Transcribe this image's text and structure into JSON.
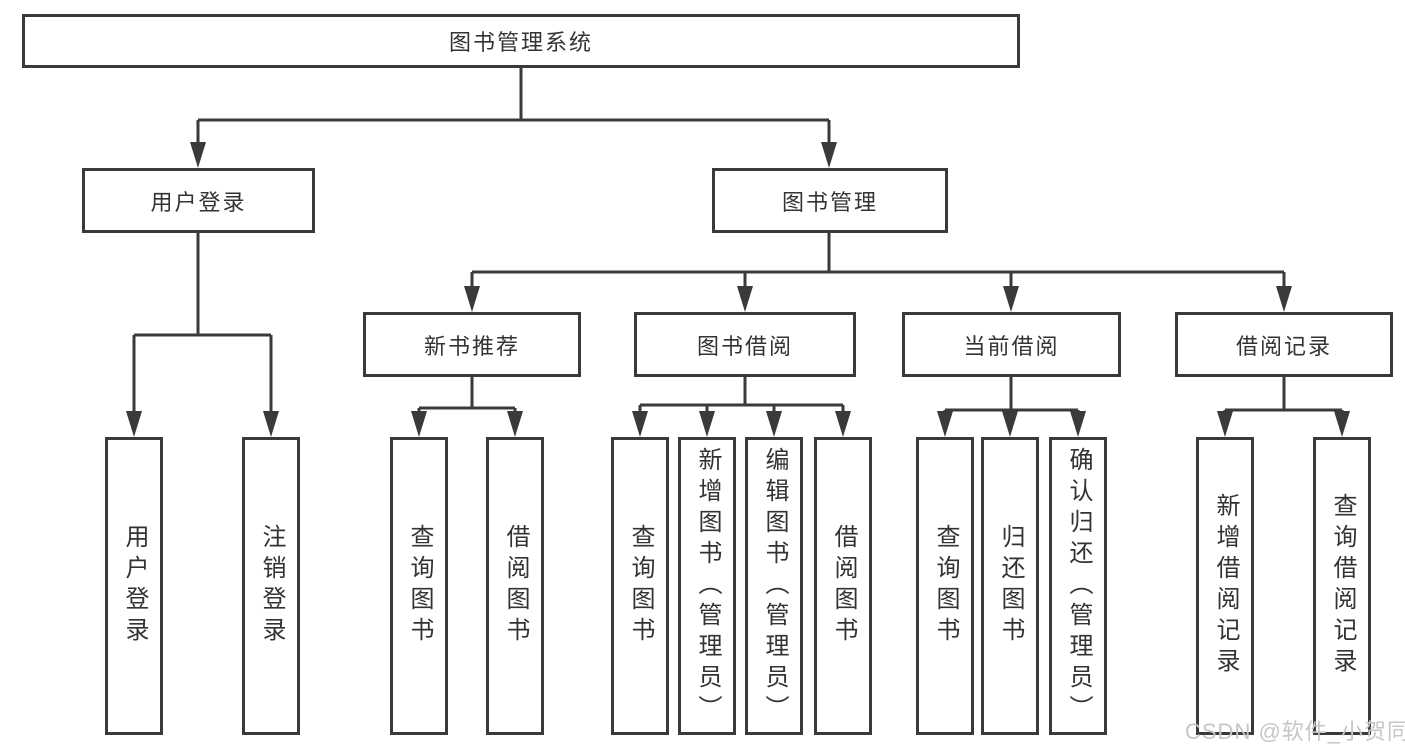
{
  "diagram_title": "图书管理系统",
  "watermark": "CSDN @软件_小贺同学",
  "colors": {
    "line": "#3a3a3a",
    "text": "#333333",
    "background": "#ffffff",
    "watermark": "#c6c6c6"
  },
  "tree": {
    "label": "图书管理系统",
    "children": [
      {
        "label": "用户登录",
        "children": [
          {
            "label": "用户登录"
          },
          {
            "label": "注销登录"
          }
        ]
      },
      {
        "label": "图书管理",
        "children": [
          {
            "label": "新书推荐",
            "children": [
              {
                "label": "查询图书"
              },
              {
                "label": "借阅图书"
              }
            ]
          },
          {
            "label": "图书借阅",
            "children": [
              {
                "label": "查询图书"
              },
              {
                "label": "新增图书（管理员）"
              },
              {
                "label": "编辑图书（管理员）"
              },
              {
                "label": "借阅图书"
              }
            ]
          },
          {
            "label": "当前借阅",
            "children": [
              {
                "label": "查询图书"
              },
              {
                "label": "归还图书"
              },
              {
                "label": "确认归还（管理员）"
              }
            ]
          },
          {
            "label": "借阅记录",
            "children": [
              {
                "label": "新增借阅记录"
              },
              {
                "label": "查询借阅记录"
              }
            ]
          }
        ]
      }
    ]
  }
}
